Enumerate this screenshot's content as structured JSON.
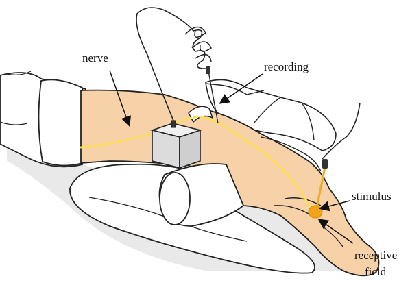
{
  "labels": {
    "nerve": "nerve",
    "recording": "recording",
    "stimulus": "stimulus",
    "receptive_line1": "receptive",
    "receptive_line2": "field"
  },
  "colors": {
    "skin": "#f7d2a8",
    "skin_outline": "#222222",
    "nerve_path": "#ffe04a",
    "receptive_spot": "#f2a31a",
    "electrode_box": "#dcdcdc",
    "sleeve": "#ffffff",
    "shadow": "#e6e6e6",
    "stimulus_probe": "#e8b020"
  }
}
